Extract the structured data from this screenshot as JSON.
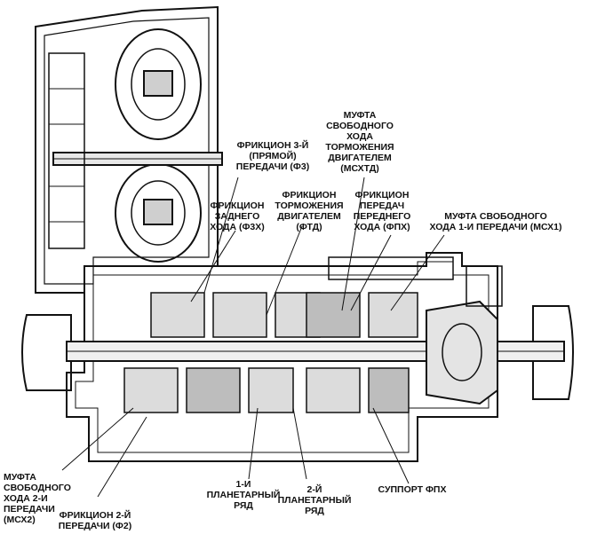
{
  "labels": {
    "f3": "ФРИКЦИОН 3-Й\n(ПРЯМОЙ)\nПЕРЕДАЧИ (Ф3)",
    "mcxtd": "МУФТА\nСВОБОДНОГО\nХОДА\nТОРМОЖЕНИЯ\nДВИГАТЕЛЕМ\n(МСХТД)",
    "f3x": "ФРИКЦИОН\nЗАДНЕГО\nХОДА (Ф3Х)",
    "ftd": "ФРИКЦИОН\nТОРМОЖЕНИЯ\nДВИГАТЕЛЕМ\n(ФТД)",
    "fpx": "ФРИКЦИОН\nПЕРЕДАЧ\nПЕРЕДНЕГО\nХОДА (ФПХ)",
    "mcx1": "МУФТА СВОБОДНОГО\nХОДА 1-И ПЕРЕДАЧИ (МСХ1)",
    "mcx2": "МУФТА\nСВОБОДНОГО\nХОДА 2-И\nПЕРЕДАЧИ\n(МСХ2)",
    "f2": "ФРИКЦИОН 2-Й\nПЕРЕДАЧИ (Ф2)",
    "planet1": "1-И\nПЛАНЕТАРНЫЙ\nРЯД",
    "planet2": "2-Й\nПЛАНЕТАРНЫЙ\nРЯД",
    "support": "СУППОРТ ФПХ"
  },
  "colors": {
    "ink": "#111111",
    "shade": "#8a8a8a",
    "light": "#cfcfcf",
    "paper": "#ffffff"
  }
}
